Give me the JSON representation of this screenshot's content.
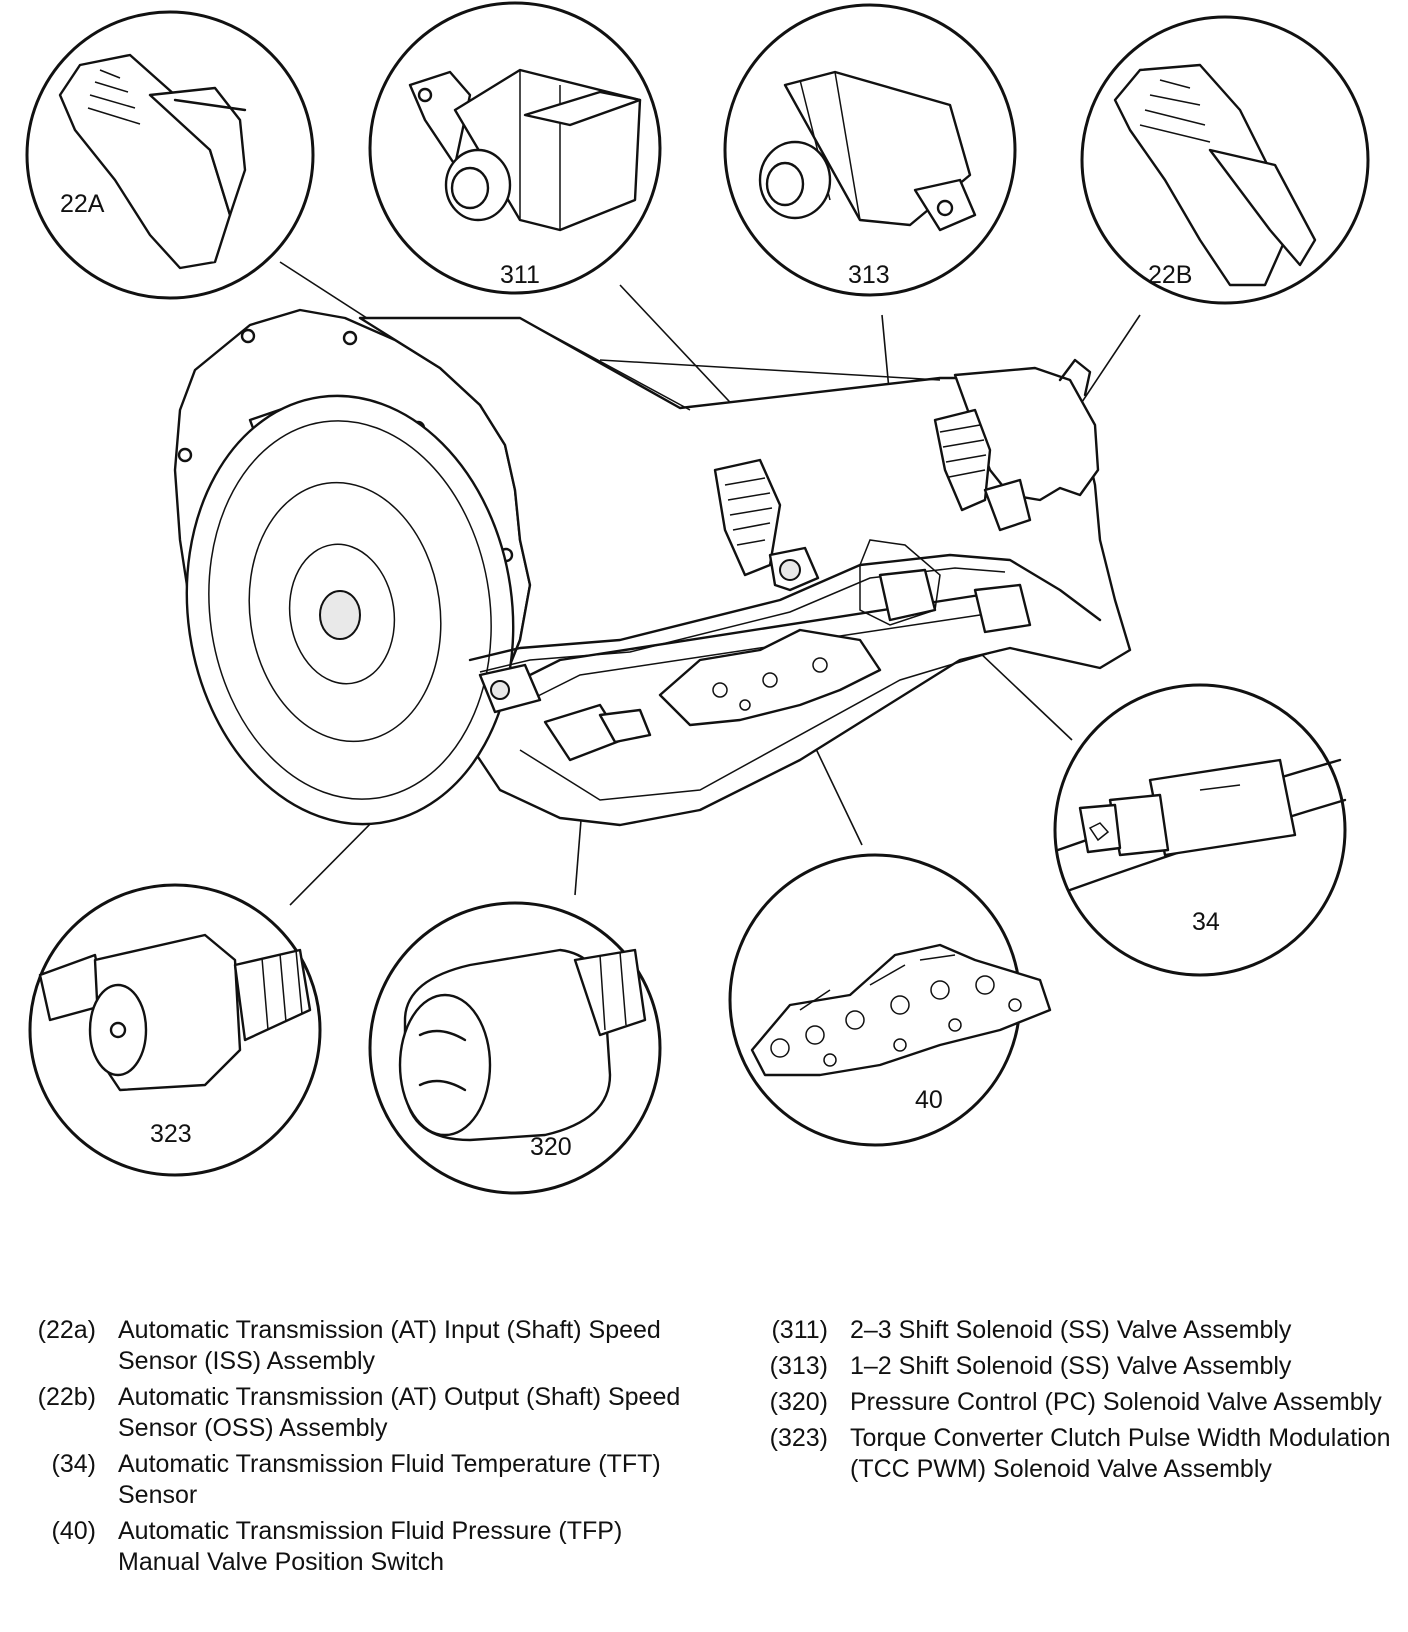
{
  "callouts": {
    "c22a": "22A",
    "c311": "311",
    "c313": "313",
    "c22b": "22B",
    "c34": "34",
    "c323": "323",
    "c320": "320",
    "c40": "40"
  },
  "legend": {
    "left": [
      {
        "num": "(22a)",
        "text": "Automatic Transmission (AT) Input (Shaft) Speed Sensor (ISS) Assembly"
      },
      {
        "num": "(22b)",
        "text": "Automatic Transmission (AT) Output (Shaft) Speed Sensor (OSS) Assembly"
      },
      {
        "num": "(34)",
        "text": "Automatic Transmission Fluid Temperature (TFT) Sensor"
      },
      {
        "num": "(40)",
        "text": "Automatic Transmission Fluid Pressure (TFP) Manual Valve Position Switch"
      }
    ],
    "right": [
      {
        "num": "(311)",
        "text": "2–3 Shift Solenoid (SS) Valve Assembly"
      },
      {
        "num": "(313)",
        "text": "1–2 Shift Solenoid (SS) Valve Assembly"
      },
      {
        "num": "(320)",
        "text": "Pressure Control (PC) Solenoid Valve Assembly"
      },
      {
        "num": "(323)",
        "text": "Torque Converter Clutch Pulse Width Modulation (TCC PWM) Solenoid Valve Assembly"
      }
    ]
  }
}
